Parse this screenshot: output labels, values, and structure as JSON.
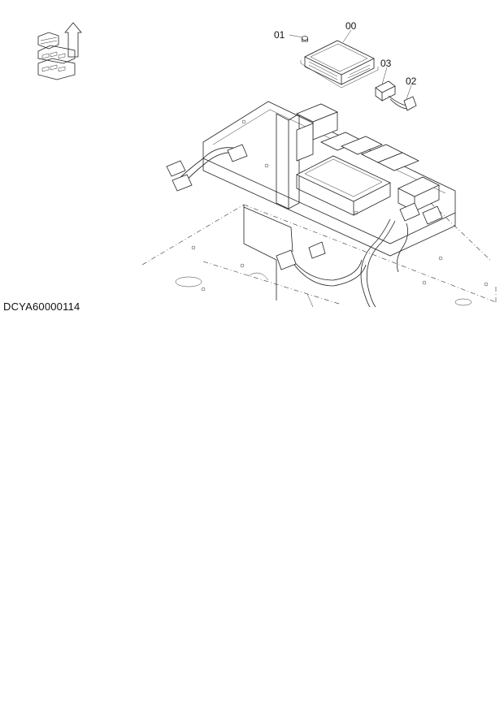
{
  "callouts": {
    "c00": "00",
    "c01": "01",
    "c02": "02",
    "c03": "03"
  },
  "drawing_code": "DCYA60000114"
}
